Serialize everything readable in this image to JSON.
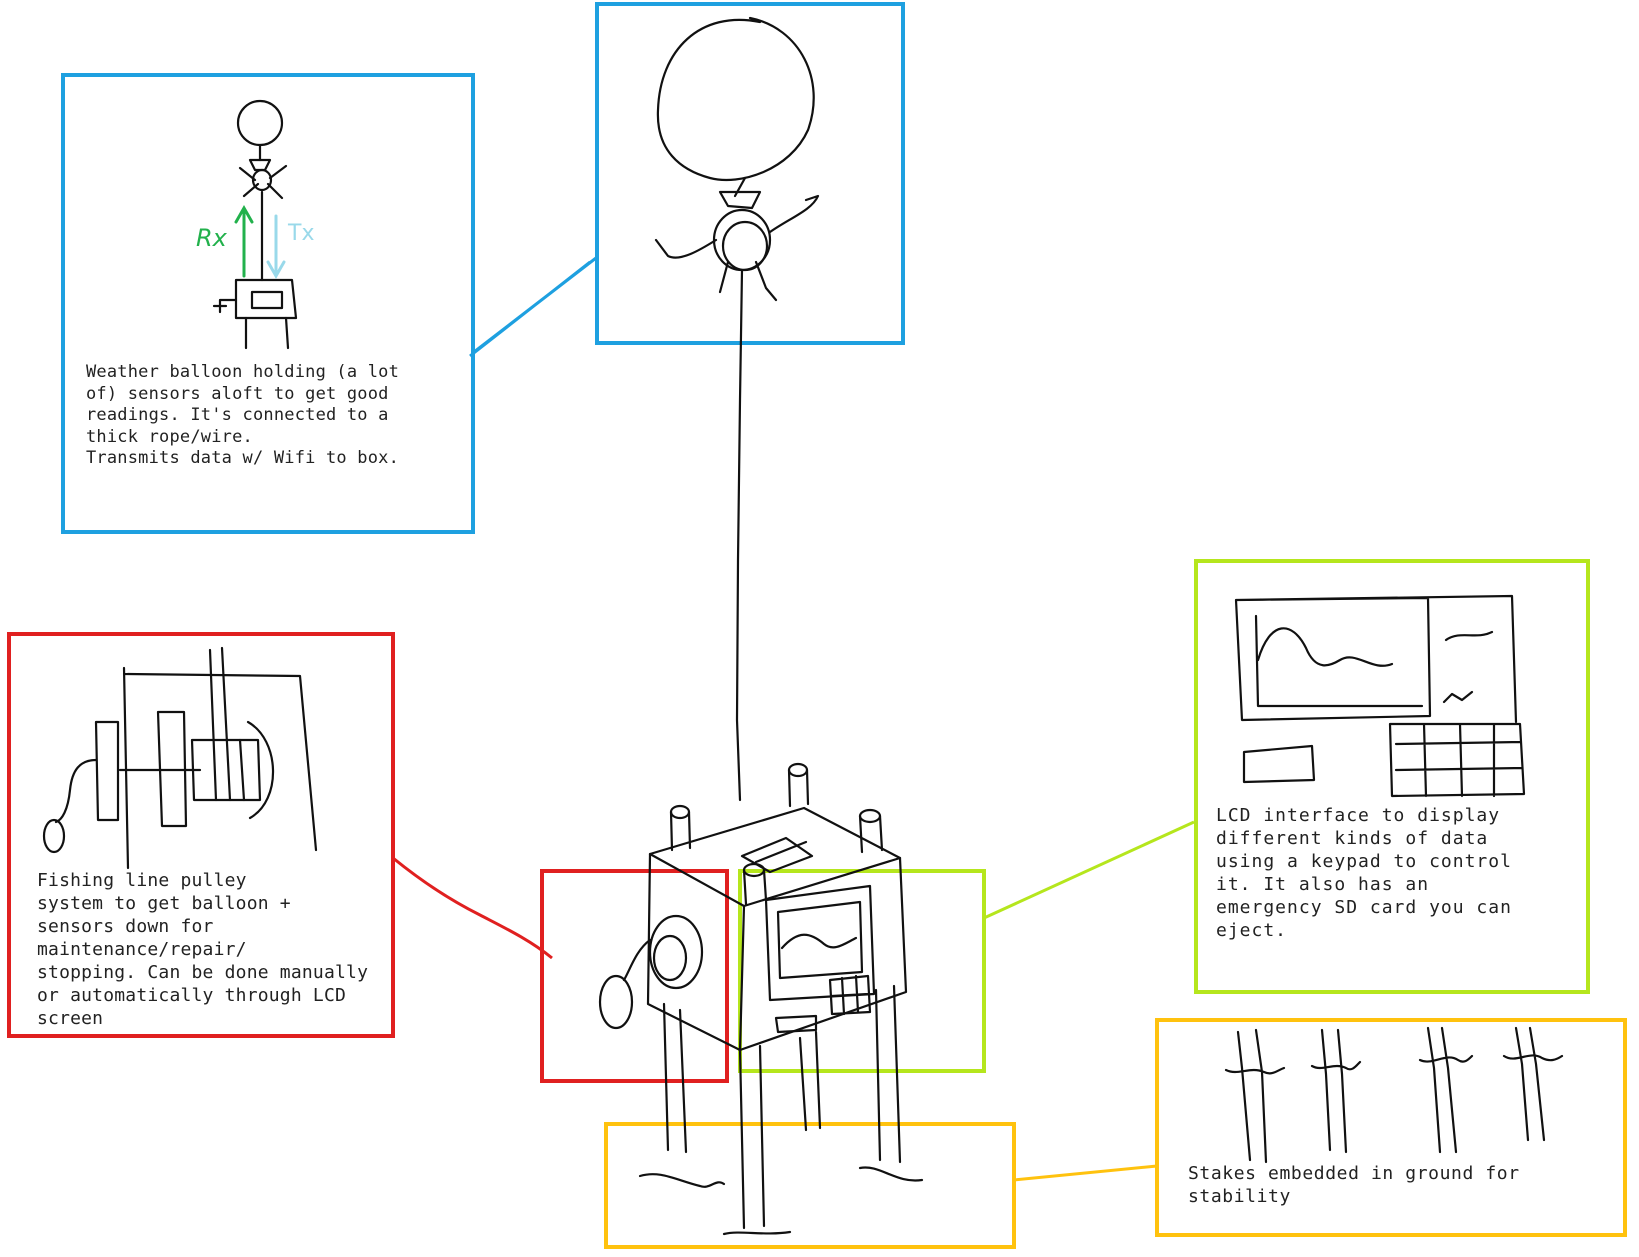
{
  "annotations": {
    "balloon_note": "Weather balloon holding (a lot\nof) sensors aloft to get good\nreadings. It's connected to a\nthick rope/wire.\nTransmits data w/ Wifi to box.",
    "pulley_note": "Fishing line pulley\nsystem to get balloon +\nsensors down for\nmaintenance/repair/\nstopping. Can be done manually\nor automatically through LCD\nscreen",
    "lcd_note": "LCD interface to display\ndifferent kinds of data\nusing a keypad to control\nit. It also has an\nemergency SD card you can\neject.",
    "stakes_note": "Stakes embedded in ground for\nstability"
  },
  "signal_labels": {
    "rx": "Rx",
    "tx": "Tx"
  },
  "colors": {
    "balloon_group": "#1ea0e0",
    "pulley_group": "#e02020",
    "lcd_group": "#b5e61d",
    "stakes_group": "#ffc20e",
    "rx": "#22b14c",
    "tx": "#99d9ea",
    "ink": "#111111"
  }
}
